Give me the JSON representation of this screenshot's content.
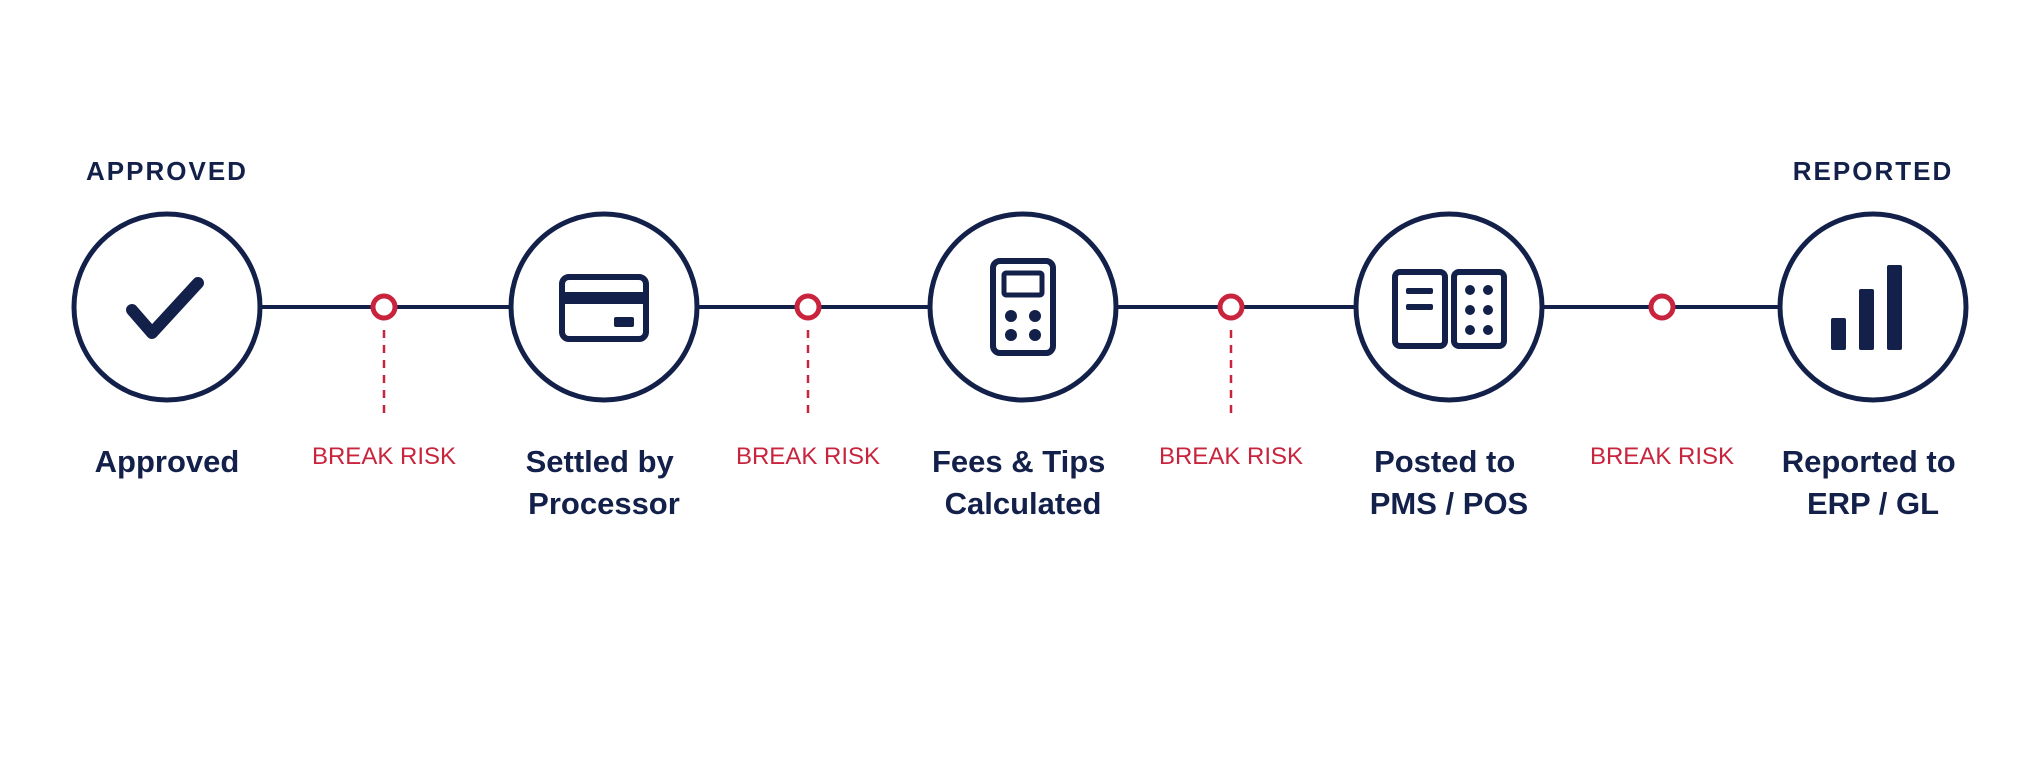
{
  "colors": {
    "navy": "#13214a",
    "risk_red": "#c8243d",
    "background": "#ffffff"
  },
  "ends": {
    "start_label": "APPROVED",
    "end_label": "REPORTED"
  },
  "steps": [
    {
      "icon": "checkmark-icon",
      "lines": [
        "Approved"
      ]
    },
    {
      "icon": "credit-card-icon",
      "lines": [
        "Settled by",
        "Processor"
      ]
    },
    {
      "icon": "calculator-icon",
      "lines": [
        "Fees & Tips",
        "Calculated"
      ]
    },
    {
      "icon": "pos-terminal-icon",
      "lines": [
        "Posted to",
        "PMS / POS"
      ]
    },
    {
      "icon": "bar-chart-icon",
      "lines": [
        "Reported to",
        "ERP / GL"
      ]
    }
  ],
  "risks": [
    {
      "label": "BREAK RISK"
    },
    {
      "label": "BREAK RISK"
    },
    {
      "label": "BREAK RISK"
    },
    {
      "label": "BREAK RISK"
    }
  ]
}
